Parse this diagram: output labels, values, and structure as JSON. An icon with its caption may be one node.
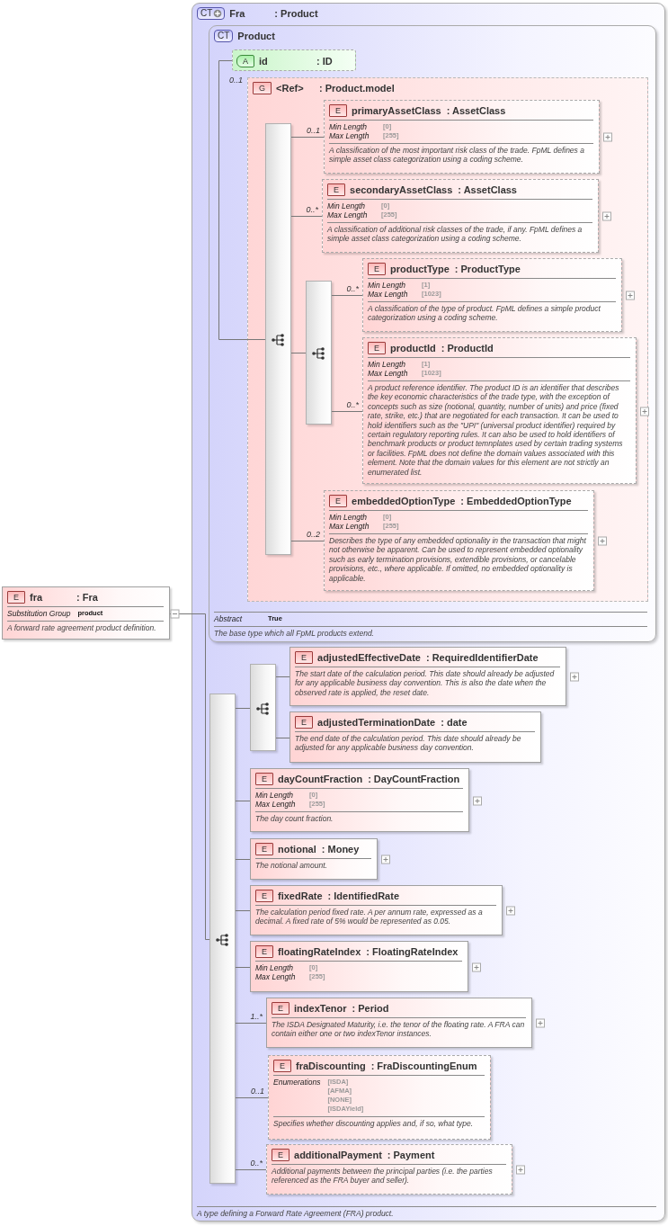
{
  "diagram": {
    "nodes": [
      {
        "text": [
          "E",
          "fra",
          ": Fra",
          "Substitution Group",
          "product",
          "A forward rate agreement product definition."
        ]
      },
      {
        "text": [
          "CT",
          "Fra",
          ": Product",
          "A type defining a Forward Rate Agreement (FRA) product."
        ]
      },
      {
        "text": [
          "CT",
          "Product",
          "Abstract",
          "True",
          "The base type which all FpML products extend."
        ],
        "in": 1
      },
      {
        "text": [
          "A",
          "id",
          ": ID"
        ],
        "in": 2
      },
      {
        "text": [
          "G",
          "<Ref>",
          ": Product.model"
        ],
        "in": 2
      },
      {
        "text": [],
        "shape": "bar",
        "in": 4
      },
      {
        "text": [
          "E",
          "primaryAssetClass",
          ": AssetClass",
          "Min Length",
          "[0]",
          "Max Length",
          "[255]",
          "A classification of the most important risk class of the trade. FpML defines a simple asset class categorization using a coding scheme."
        ],
        "in": 4
      },
      {
        "text": [
          "E",
          "secondaryAssetClass",
          ": AssetClass",
          "Min Length",
          "[0]",
          "Max Length",
          "[255]",
          "A classification of additional risk classes of the trade, if any. FpML defines a simple asset class categorization using a coding scheme."
        ],
        "in": 4
      },
      {
        "text": [],
        "shape": "bar",
        "in": 4
      },
      {
        "text": [
          "E",
          "productType",
          ": ProductType",
          "Min Length",
          "[1]",
          "Max Length",
          "[1023]",
          "A classification of the type of product. FpML defines a simple product categorization using a coding scheme."
        ],
        "in": 4
      },
      {
        "text": [
          "E",
          "productId",
          ": ProductId",
          "Min Length",
          "[1]",
          "Max Length",
          "[1023]",
          "A product reference identifier. The product ID is an identifier that describes the key economic characteristics of the trade type, with the exception of concepts such as size (notional, quantity, number of units) and price (fixed rate, strike, etc.) that are negotiated for each transaction. It can be used to hold identifiers such as the \"UPI\" (universal product identifier) required by certain regulatory reporting rules. It can also be used to hold identifiers of benchmark products or product temnplates used by certain trading systems or facilities. FpML does not define the domain values associated with this element. Note that the domain values for this element are not strictly an enumerated list."
        ],
        "in": 4
      },
      {
        "text": [
          "E",
          "embeddedOptionType",
          ": EmbeddedOptionType",
          "Min Length",
          "[0]",
          "Max Length",
          "[255]",
          "Describes the type of any embedded optionality in the transaction that might not otherwise be apparent. Can be used to represent embedded optionality such as early termination provisions, extendible provisions, or cancelable provisions, etc., where applicable. If omitted, no embedded optionality is applicable."
        ],
        "in": 4
      },
      {
        "text": [],
        "shape": "bar",
        "in": 1
      },
      {
        "text": [],
        "shape": "bar",
        "in": 1
      },
      {
        "text": [
          "E",
          "adjustedEffectiveDate",
          ": RequiredIdentifierDate",
          "The start date of the calculation period. This date should already be adjusted for any applicable business day convention. This is also the date when the observed rate is applied, the reset date."
        ],
        "in": 1
      },
      {
        "text": [
          "E",
          "adjustedTerminationDate",
          ": date",
          "The end date of the calculation period. This date should already be adjusted for any applicable business day convention."
        ],
        "in": 1
      },
      {
        "text": [
          "E",
          "dayCountFraction",
          ": DayCountFraction",
          "Min Length",
          "[0]",
          "Max Length",
          "[255]",
          "The day count fraction."
        ],
        "in": 1
      },
      {
        "text": [
          "E",
          "notional",
          ": Money",
          "The notional amount."
        ],
        "in": 1
      },
      {
        "text": [
          "E",
          "fixedRate",
          ": IdentifiedRate",
          "The calculation period fixed rate. A per annum rate, expressed as a decimal. A fixed rate of 5% would be represented as 0.05."
        ],
        "in": 1
      },
      {
        "text": [
          "E",
          "floatingRateIndex",
          ": FloatingRateIndex",
          "Min Length",
          "[0]",
          "Max Length",
          "[255]"
        ],
        "in": 1
      },
      {
        "text": [
          "E",
          "indexTenor",
          ": Period",
          "The ISDA Designated Maturity, i.e. the tenor of the floating rate. A FRA can contain either one or two indexTenor instances."
        ],
        "in": 1
      },
      {
        "text": [
          "E",
          "fraDiscounting",
          ": FraDiscountingEnum",
          "Enumerations",
          "[ISDA]",
          "[AFMA]",
          "[NONE]",
          "[ISDAYield]",
          "Specifies whether discounting applies and, if so, what type."
        ],
        "in": 1
      },
      {
        "text": [
          "E",
          "additionalPayment",
          ": Payment",
          "Additional payments between the principal parties (i.e. the parties referenced as the FRA buyer and seller)."
        ],
        "in": 1
      }
    ],
    "edges": [
      {
        "from": 0,
        "to": 12,
        "arrow": "other"
      },
      {
        "from": 3,
        "to": 5,
        "arrow": "none"
      },
      {
        "from": 5,
        "to": 6,
        "arrow": "none",
        "label": "0..1"
      },
      {
        "from": 5,
        "to": 7,
        "arrow": "none",
        "label": "0..*"
      },
      {
        "from": 5,
        "to": 8,
        "arrow": "none"
      },
      {
        "from": 8,
        "to": 9,
        "arrow": "none",
        "label": "0..*"
      },
      {
        "from": 8,
        "to": 10,
        "arrow": "none",
        "label": "0..*"
      },
      {
        "from": 5,
        "to": 11,
        "arrow": "none",
        "label": "0..2"
      },
      {
        "from": 12,
        "to": 13,
        "arrow": "none"
      },
      {
        "from": 13,
        "to": 14,
        "arrow": "none"
      },
      {
        "from": 13,
        "to": 15,
        "arrow": "none"
      },
      {
        "from": 12,
        "to": 16,
        "arrow": "none"
      },
      {
        "from": 12,
        "to": 17,
        "arrow": "none"
      },
      {
        "from": 12,
        "to": 18,
        "arrow": "none"
      },
      {
        "from": 12,
        "to": 19,
        "arrow": "none"
      },
      {
        "from": 12,
        "to": 20,
        "arrow": "none",
        "label": "1..*"
      },
      {
        "from": 12,
        "to": 21,
        "arrow": "none",
        "label": "0..1"
      },
      {
        "from": 12,
        "to": 22,
        "arrow": "none",
        "label": "0..*"
      }
    ],
    "labels": [
      "0..1"
    ]
  }
}
